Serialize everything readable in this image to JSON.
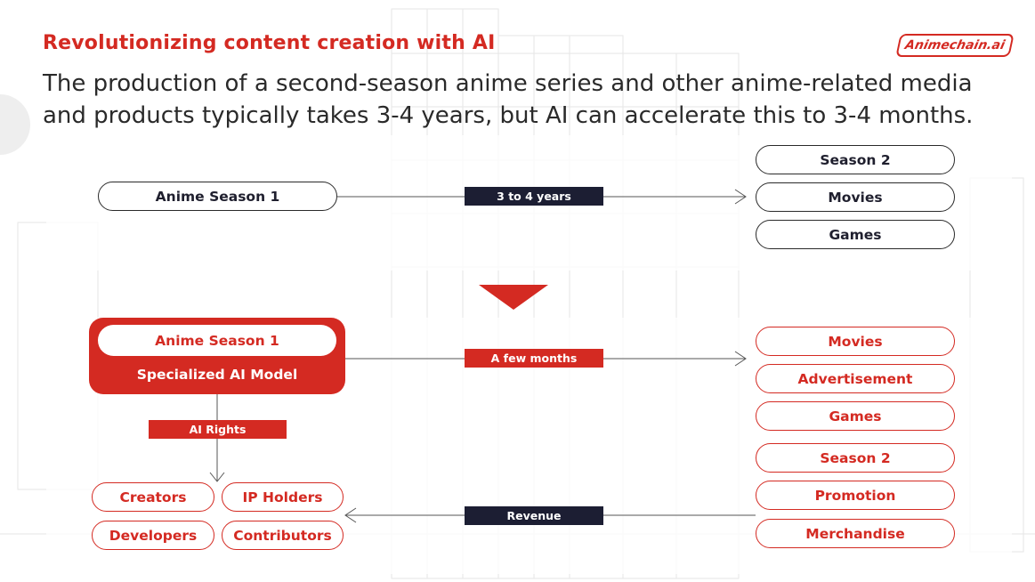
{
  "header": {
    "title": "Revolutionizing content creation with AI",
    "logo_text": "Animechain.ai",
    "subtitle": "The production of a second-season anime series and other anime-related media and products typically takes 3-4 years, but AI can accelerate this to 3-4 months."
  },
  "traditional": {
    "source": "Anime Season 1",
    "duration": "3 to 4 years",
    "outputs": [
      "Season 2",
      "Movies",
      "Games"
    ]
  },
  "ai": {
    "source": "Anime Season 1",
    "model": "Specialized AI Model",
    "duration": "A few months",
    "rights": "AI Rights",
    "revenue": "Revenue",
    "stakeholders": [
      "Creators",
      "IP Holders",
      "Developers",
      "Contributors"
    ],
    "outputs": [
      "Movies",
      "Advertisement",
      "Games",
      "Season 2",
      "Promotion",
      "Merchandise"
    ]
  },
  "colors": {
    "accent_red": "#d42a22",
    "navy": "#1c1e33",
    "dark_text": "#2a2a2a"
  }
}
